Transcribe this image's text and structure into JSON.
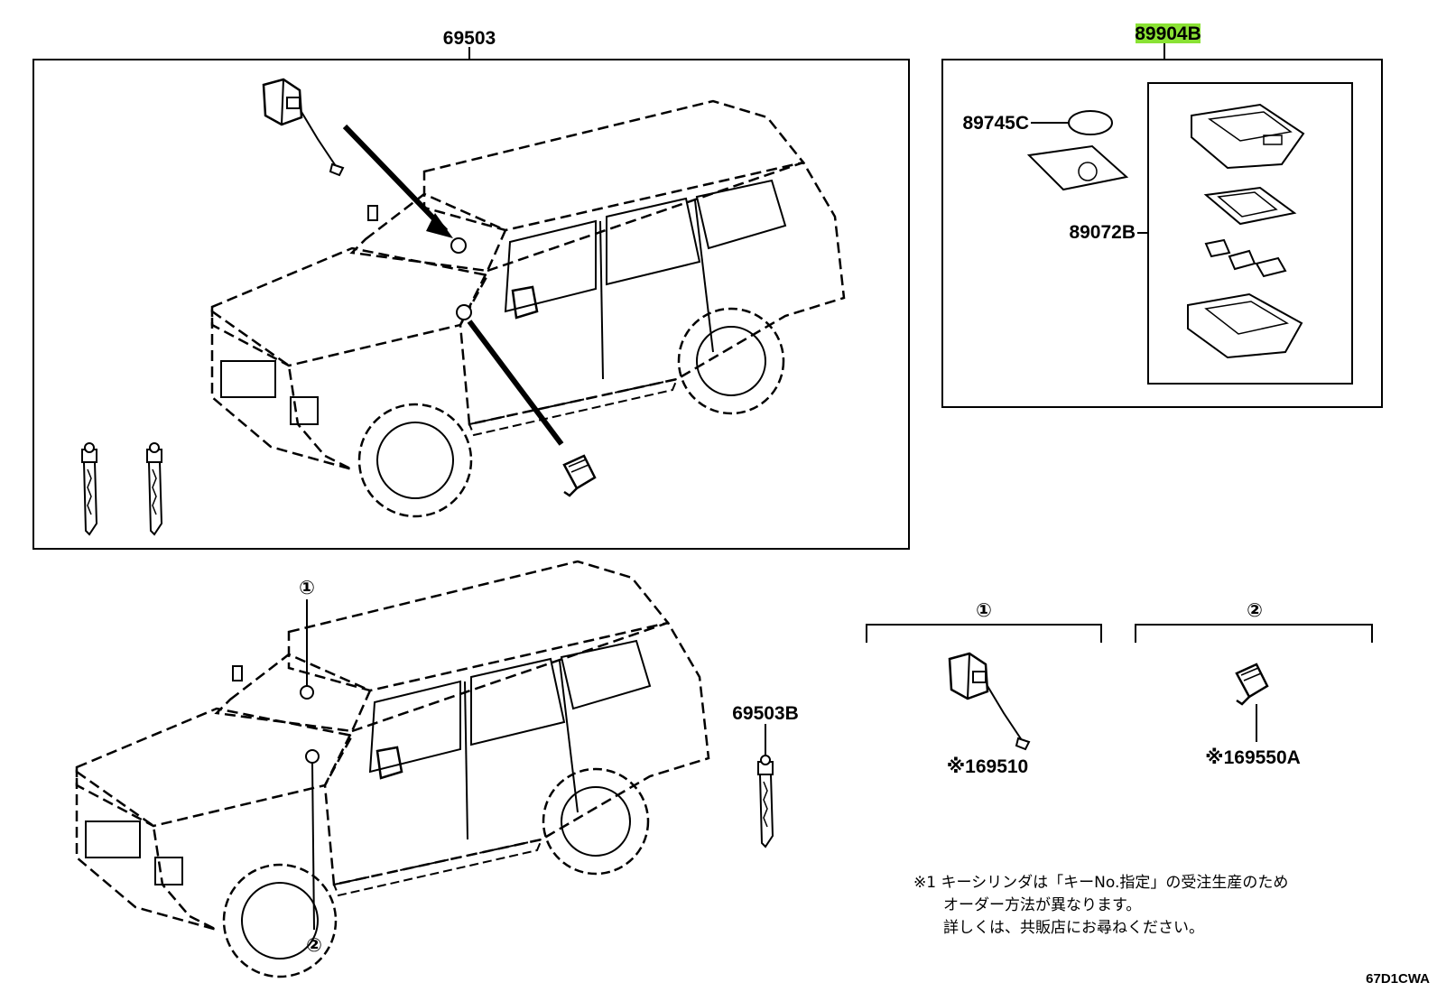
{
  "labels": {
    "kit_main": "69503",
    "kit_remote": "89904B",
    "battery": "89745C",
    "remote_case": "89072B",
    "key_blank": "69503B",
    "cylinder": "※169510",
    "sensor": "※169550A",
    "marker_1": "①",
    "marker_2": "②",
    "group_1": "①",
    "group_2": "②"
  },
  "note": {
    "line1": "※1  キーシリンダは「キーNo.指定」の受注生産のため",
    "line2": "オーダー方法が異なります。",
    "line3": "詳しくは、共販店にお尋ねください。"
  },
  "diagram_code": "67D1CWA",
  "colors": {
    "highlight": "#8ae234",
    "line": "#000000"
  }
}
